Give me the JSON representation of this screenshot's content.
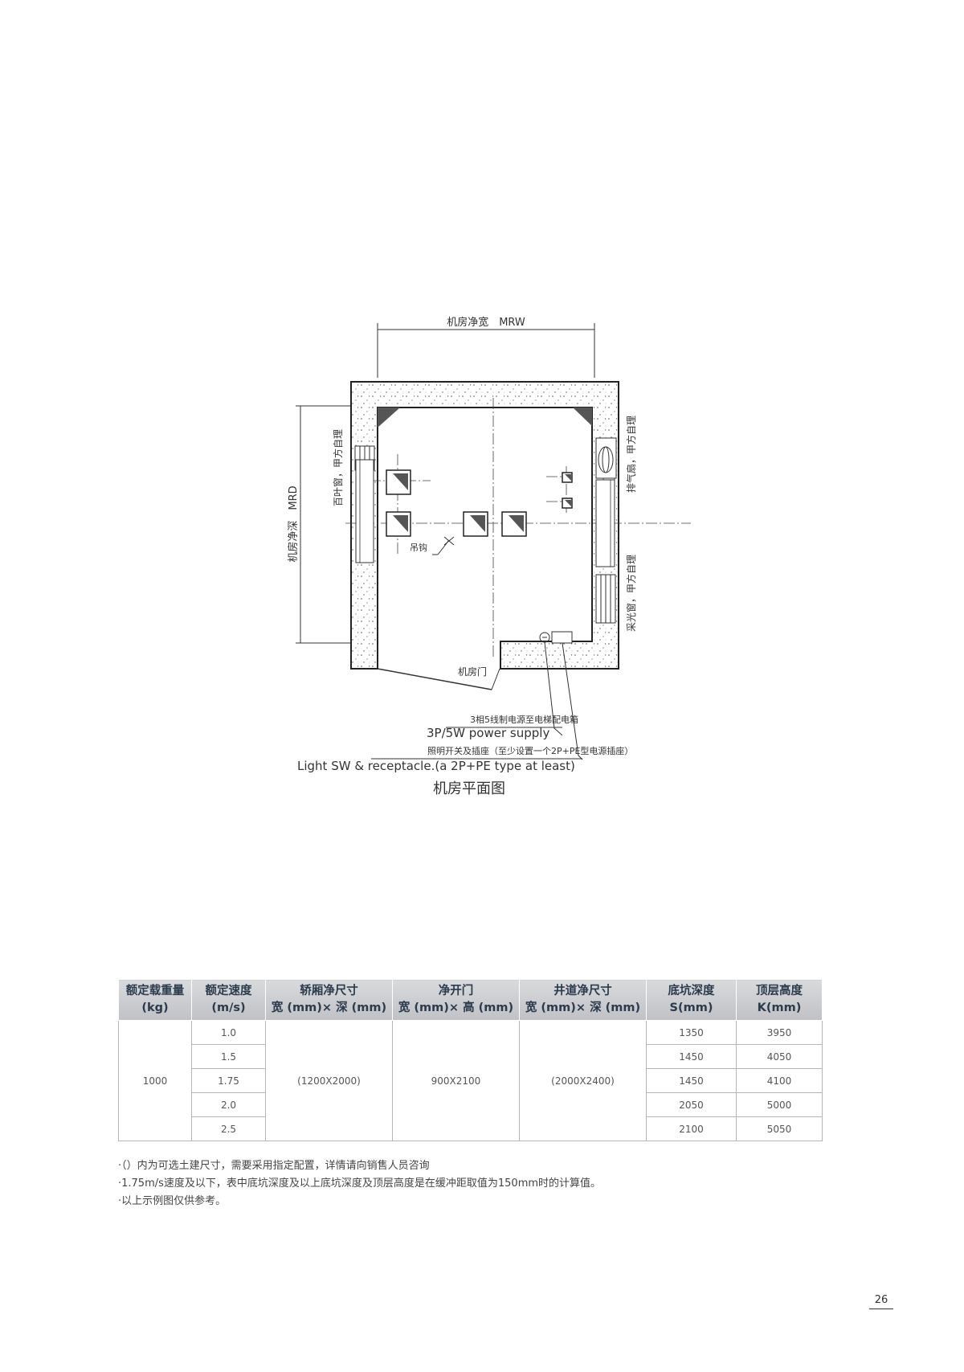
{
  "drawing": {
    "mrw_label": "机房净宽　MRW",
    "mrd_label": "机房净深　MRD",
    "louver_label": "百叶窗，甲方自理",
    "fan_label": "排气扇，甲方自理",
    "window_label": "采光窗，甲方自理",
    "hook_label": "吊钩",
    "door_label": "机房门",
    "power_cn": "3相5线制电源至电梯配电箱",
    "power_en": "3P/5W power supply",
    "light_cn": "照明开关及插座（至少设置一个2P+PE型电源插座）",
    "light_en": "Light SW & receptacle.(a 2P+PE type at least)",
    "plan_title": "机房平面图"
  },
  "table": {
    "headers": [
      [
        "额定载重量",
        "(kg)"
      ],
      [
        "额定速度",
        "(m/s)"
      ],
      [
        "轿厢净尺寸",
        "宽 (mm)× 深 (mm)"
      ],
      [
        "净开门",
        "宽 (mm)× 高 (mm)"
      ],
      [
        "井道净尺寸",
        "宽 (mm)× 深 (mm)"
      ],
      [
        "底坑深度",
        "S(mm)"
      ],
      [
        "顶层高度",
        "K(mm)"
      ]
    ],
    "load": "1000",
    "car": "(1200X2000)",
    "door": "900X2100",
    "shaft": "(2000X2400)",
    "rows": [
      {
        "speed": "1.0",
        "pit": "1350",
        "overhead": "3950"
      },
      {
        "speed": "1.5",
        "pit": "1450",
        "overhead": "4050"
      },
      {
        "speed": "1.75",
        "pit": "1450",
        "overhead": "4100"
      },
      {
        "speed": "2.0",
        "pit": "2050",
        "overhead": "5000"
      },
      {
        "speed": "2.5",
        "pit": "2100",
        "overhead": "5050"
      }
    ]
  },
  "notes": [
    "·（）内为可选土建尺寸，需要采用指定配置，详情请向销售人员咨询",
    "·1.75m/s速度及以下，表中底坑深度及以上底坑深度及顶层高度是在缓冲距取值为150mm时的计算值。",
    "·以上示例图仅供参考。"
  ],
  "page_number": "26"
}
